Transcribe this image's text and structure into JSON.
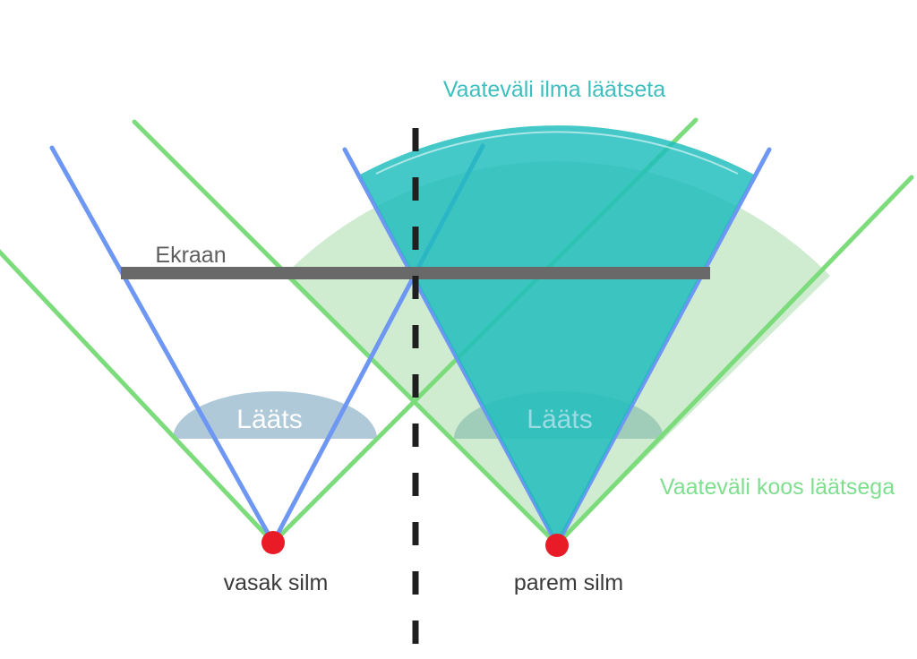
{
  "labels": {
    "fov_without_lens": "Vaateväli ilma läätseta",
    "fov_with_lens": "Vaateväli koos läätsega",
    "screen": "Ekraan",
    "lens_left": "Lääts",
    "lens_right": "Lääts",
    "left_eye": "vasak silm",
    "right_eye": "parem silm"
  },
  "colors": {
    "fov_without_lens_fill": "rgba(30,189,189,0.83)",
    "fov_without_lens_text": "#3EBFBF",
    "fov_with_lens_fill": "rgba(141,209,146,0.42)",
    "fov_with_lens_text": "#7EDF8E",
    "green_ray": "#7CDC7C",
    "blue_ray": "#6E97F3",
    "lens_fill": "#AFC9D8",
    "screen_bar": "#696969",
    "screen_text": "#5E5E5E",
    "eye_dot": "#E81B26",
    "eye_text": "#3A3A3A",
    "divider_line": "#1F1F1F",
    "lens_text_left": "#FFFFFF",
    "lens_text_right": "#9BDCE4",
    "arc_highlight": "rgba(255,255,255,0.55)"
  }
}
